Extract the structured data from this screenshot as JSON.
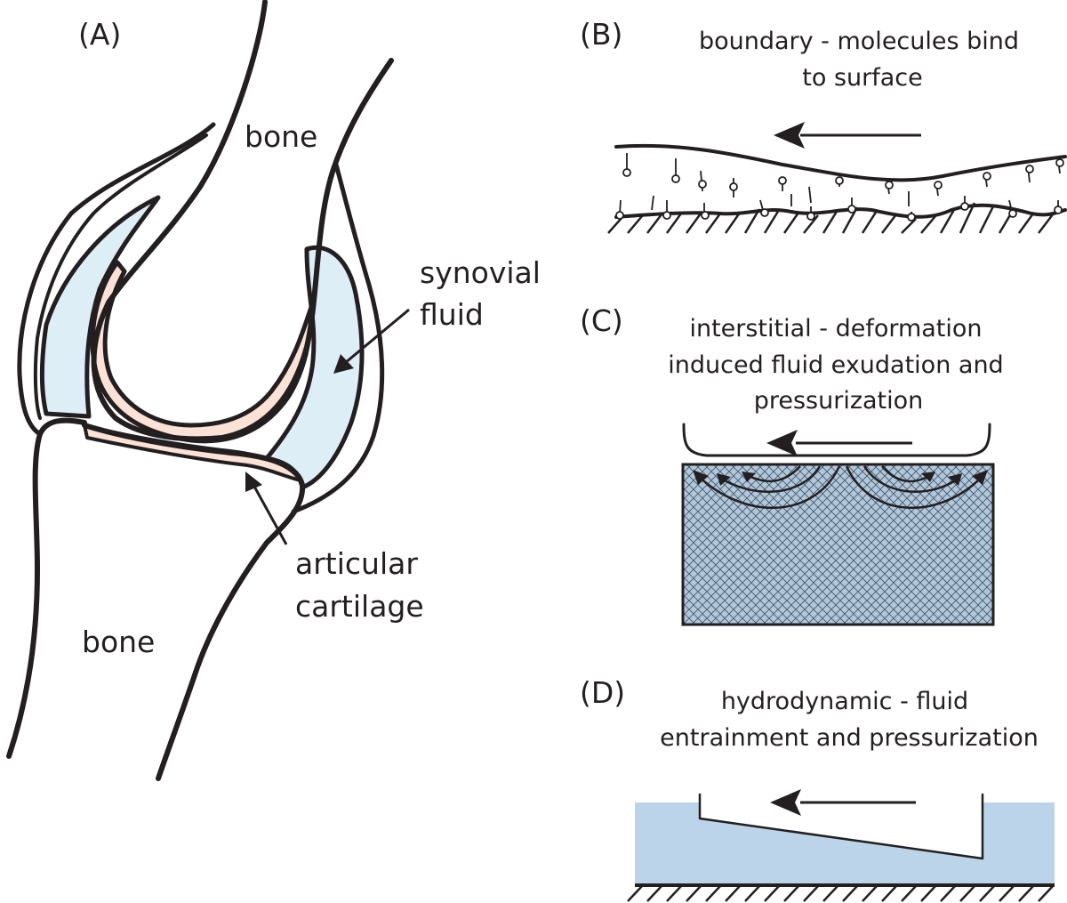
{
  "panelA": {
    "label": "(A)",
    "bone_top": "bone",
    "bone_bottom": "bone",
    "synovial_line1": "synovial",
    "synovial_line2": "fluid",
    "cartilage_line1": "articular",
    "cartilage_line2": "cartilage"
  },
  "panelB": {
    "label": "(B)",
    "caption_line1": "boundary - molecules bind",
    "caption_line2": "to surface"
  },
  "panelC": {
    "label": "(C)",
    "caption_line1": "interstitial - deformation",
    "caption_line2": "induced fluid exudation and",
    "caption_line3": "pressurization"
  },
  "panelD": {
    "label": "(D)",
    "caption_line1": "hydrodynamic - fluid",
    "caption_line2": "entrainment and pressurization"
  },
  "colors": {
    "ink": "#231f20",
    "synovial_fluid": "#deeef6",
    "cartilage": "#fbe1d6",
    "hatched_block": "#b3c7da",
    "fluid_film": "#bcd4ea"
  }
}
